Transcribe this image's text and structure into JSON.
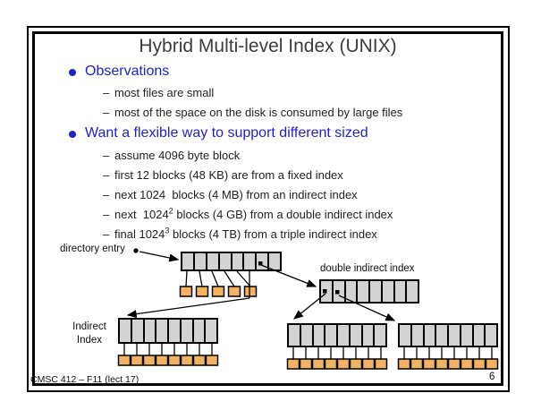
{
  "slide": {
    "title": "Hybrid Multi-level Index (UNIX)",
    "footer": "CMSC 412 – F11 (lect 17)",
    "page_number": "6",
    "bullet_dash": "–",
    "colors": {
      "heading_blue": "#2222cc",
      "index_block_fill": "#d3d3d3",
      "data_block_fill": "#f2b263",
      "line_black": "#000000"
    }
  },
  "bullet1": {
    "label": "Observations",
    "sub": [
      "most files are small",
      "most of the space on the disk is consumed by large files"
    ]
  },
  "bullet2": {
    "label": "Want a flexible way to support different sized",
    "sub": [
      {
        "pre": "assume 4096 byte block",
        "sup": "",
        "post": ""
      },
      {
        "pre": "first 12 blocks (48 KB) are from a fixed index",
        "sup": "",
        "post": ""
      },
      {
        "pre": "next 1024  blocks (4 MB) from an indirect index",
        "sup": "",
        "post": ""
      },
      {
        "pre": "next  1024",
        "sup": "2",
        "post": " blocks (4 GB) from a double indirect index"
      },
      {
        "pre": "final 1024",
        "sup": "3",
        "post": " blocks (4 TB) from a triple indirect index"
      }
    ]
  },
  "diagram": {
    "directory_entry_label": "directory entry",
    "double_indirect_label": "double indirect index",
    "indirect_label_line1": "Indirect",
    "indirect_label_line2": "Index"
  }
}
